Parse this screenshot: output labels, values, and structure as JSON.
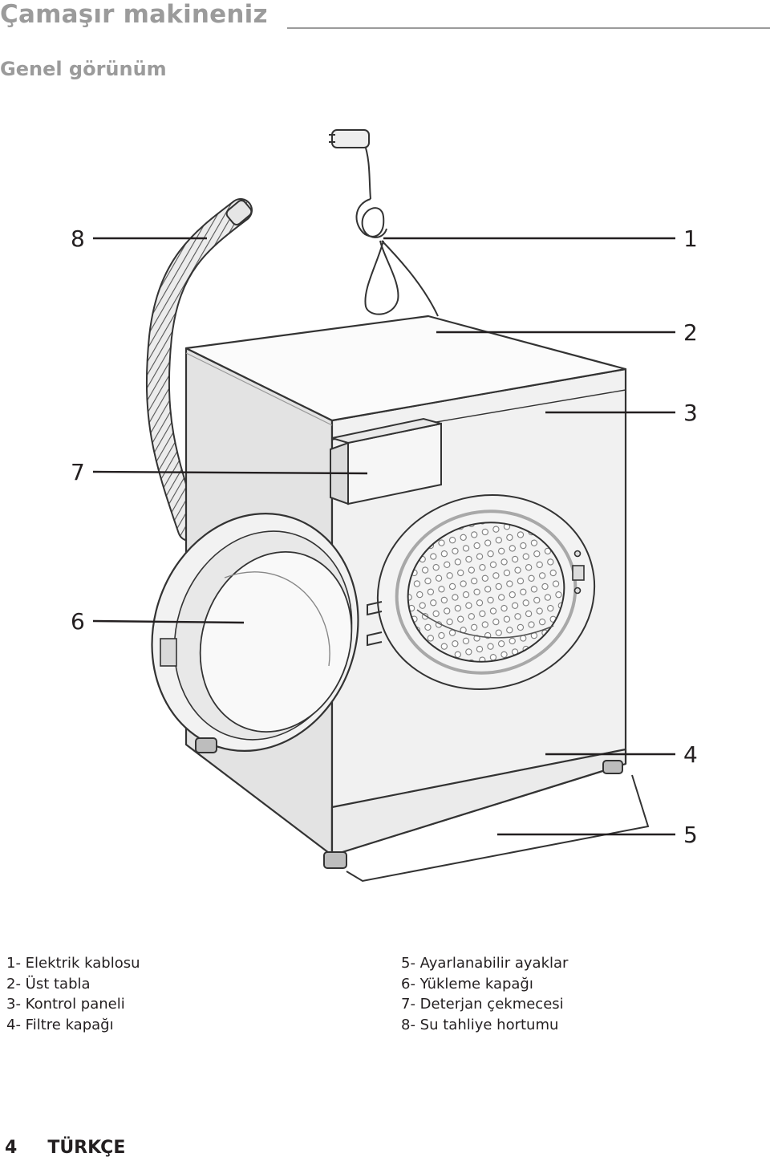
{
  "header": {
    "title": "Çamaşır makineniz",
    "section": "Genel görünüm"
  },
  "callouts": [
    "1",
    "2",
    "3",
    "4",
    "5",
    "6",
    "7",
    "8"
  ],
  "legend": {
    "left": [
      "1- Elektrik kablosu",
      "2- Üst tabla",
      "3- Kontrol paneli",
      "4- Filtre kapağı"
    ],
    "right": [
      "5- Ayarlanabilir ayaklar",
      "6- Yükleme kapağı",
      "7- Deterjan çekmecesi",
      "8- Su tahliye hortumu"
    ]
  },
  "footer": {
    "page_number": "4",
    "language": "TÜRKÇE"
  }
}
